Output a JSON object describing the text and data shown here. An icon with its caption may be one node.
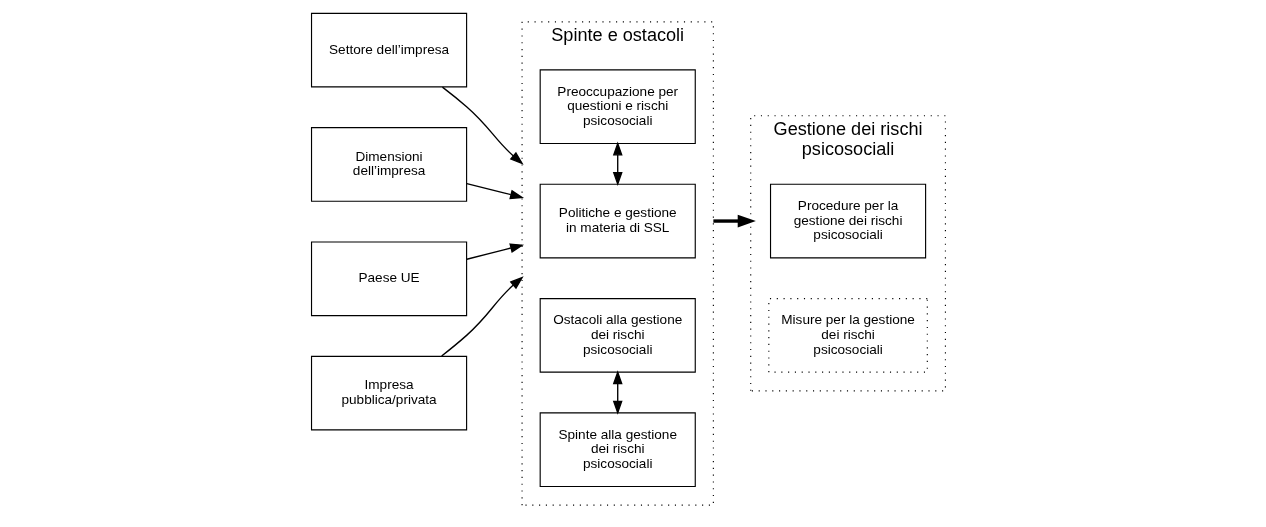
{
  "diagram": {
    "nodes": [
      {
        "text": [
          "Settore dell’impresa"
        ]
      },
      {
        "text": [
          "Dimensioni dell’impresa"
        ]
      },
      {
        "text": [
          "Paese UE"
        ]
      },
      {
        "text": [
          "Impresa pubblica/privata"
        ]
      },
      {
        "text": [
          "Spinte e ostacoli"
        ]
      },
      {
        "text": [
          "Politiche e gestione in materia di SSL"
        ],
        "in": 4
      },
      {
        "text": [
          "Preoccupazione per questioni e rischi psicosociali"
        ],
        "in": 4
      },
      {
        "text": [
          "Spinte alla gestione dei rischi psicosociali"
        ],
        "in": 4
      },
      {
        "text": [
          "Ostacoli alla gestione dei rischi psicosociali"
        ],
        "in": 4
      },
      {
        "text": [
          "Gestione dei rischi psicosociali"
        ]
      },
      {
        "text": [
          "Procedure per la gestione dei rischi psicosociali"
        ],
        "in": 9
      },
      {
        "text": [
          "Misure per la gestione dei rischi psicosociali"
        ],
        "in": 9
      }
    ],
    "edges": [
      {
        "from": 0,
        "to": 4,
        "arrow": "to"
      },
      {
        "from": 1,
        "to": 4,
        "arrow": "to"
      },
      {
        "from": 2,
        "to": 4,
        "arrow": "to"
      },
      {
        "from": 3,
        "to": 4,
        "arrow": "to"
      },
      {
        "from": 5,
        "to": 6,
        "arrow": "both"
      },
      {
        "from": 7,
        "to": 8,
        "arrow": "both"
      },
      {
        "from": 4,
        "to": 9,
        "arrow": "to",
        "style": "thick"
      }
    ]
  }
}
